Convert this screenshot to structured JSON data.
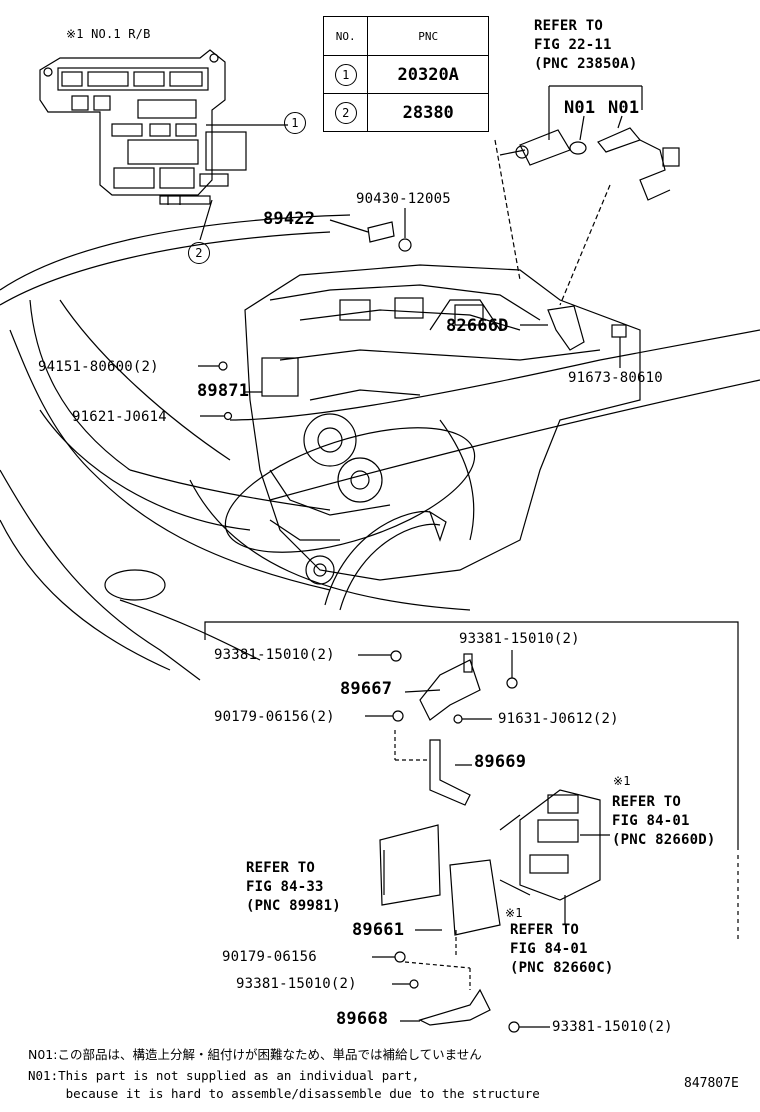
{
  "header": {
    "relay_block_title": "※1  NO.1 R/B",
    "refer_top": [
      "REFER TO",
      "FIG 22-11",
      "(PNC 23850A)"
    ]
  },
  "table": {
    "headers": [
      "NO.",
      "PNC"
    ],
    "rows": [
      {
        "no": "1",
        "pnc": "20320A"
      },
      {
        "no": "2",
        "pnc": "28380"
      }
    ]
  },
  "callouts": {
    "c1": "1",
    "c2": "2",
    "n01a": "N01",
    "n01b": "N01"
  },
  "parts": {
    "p90430": "90430-12005",
    "p89422": "89422",
    "p82666": "82666D",
    "p94151": "94151-80600(2)",
    "p89871": "89871",
    "p91673": "91673-80610",
    "p91621": "91621-J0614",
    "p93381a": "93381-15010(2)",
    "p93381b": "93381-15010(2)",
    "p89667": "89667",
    "p90179a": "90179-06156(2)",
    "p91631": "91631-J0612(2)",
    "p89669": "89669",
    "p89661": "89661",
    "p90179b": "90179-06156",
    "p93381c": "93381-15010(2)",
    "p89668": "89668",
    "p93381d": "93381-15010(2)"
  },
  "refers": {
    "r1": [
      "※1",
      "REFER TO",
      "FIG 84-01",
      "(PNC 82660D)"
    ],
    "r2": [
      "REFER TO",
      "FIG 84-33",
      "(PNC 89981)"
    ],
    "r3": [
      "※1",
      "REFER TO",
      "FIG 84-01",
      "(PNC 82660C)"
    ]
  },
  "notes": {
    "jp": "N01:この部品は、構造上分解・組付けが困難なため、単品では補給していません",
    "en1": "N01:This part is not supplied as an individual part,",
    "en2": "     because it is hard to assemble/disassemble due to the structure",
    "code": "847807E"
  }
}
